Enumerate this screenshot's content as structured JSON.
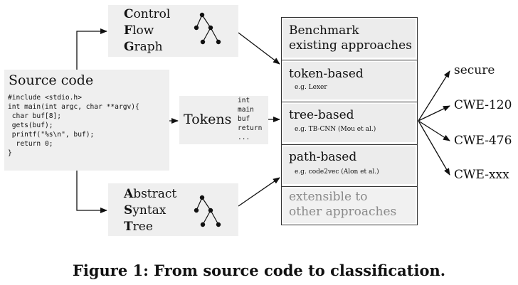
{
  "source": {
    "title": "Source code",
    "code": "#include <stdio.h>\nint main(int argc, char **argv){\n char buf[8];\n gets(buf);\n printf(\"%s\\n\", buf);\n  return 0;\n}"
  },
  "cfg": {
    "line1_initial": "C",
    "line1_rest": "ontrol",
    "line2_initial": "F",
    "line2_rest": "low",
    "line3_initial": "G",
    "line3_rest": "raph"
  },
  "ast": {
    "line1_initial": "A",
    "line1_rest": "bstract",
    "line2_initial": "S",
    "line2_rest": "yntax",
    "line3_initial": "T",
    "line3_rest": "ree"
  },
  "tokens": {
    "label": "Tokens",
    "list": "int\nmain\nbuf\nreturn\n..."
  },
  "benchmark": {
    "header_line1": "Benchmark",
    "header_line2": "existing approaches",
    "token_title": "token-based",
    "token_example": "e.g. Lexer",
    "tree_title": "tree-based",
    "tree_example": "e.g. TB-CNN (Mou et al.)",
    "path_title": "path-based",
    "path_example": "e.g. code2vec (Alon et al.)",
    "ext_line1": "extensible to",
    "ext_line2": "other approaches"
  },
  "outputs": [
    "secure",
    "CWE-120",
    "CWE-476",
    "CWE-xxx"
  ],
  "caption": "Figure 1: From source code to classification."
}
